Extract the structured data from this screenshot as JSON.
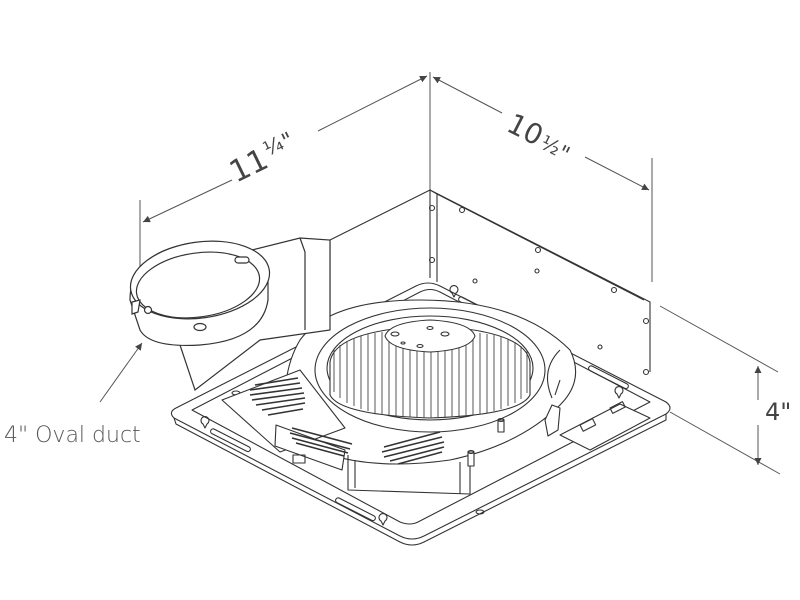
{
  "diagram": {
    "subject": "Ceiling exhaust fan housing (isometric line drawing)",
    "colors": {
      "line": "#333333",
      "dimension_line": "#555555",
      "arrow_fill": "#444444",
      "label_text": "#444444",
      "background": "#ffffff"
    },
    "dimensions": {
      "length": {
        "label_main": "11",
        "label_fraction": "¼",
        "label_unit": "\"",
        "full": "11 ¼\""
      },
      "width": {
        "label_main": "10",
        "label_fraction": "½",
        "label_unit": "\"",
        "full": "10 ½\""
      },
      "height": {
        "label": "4\""
      }
    },
    "callouts": {
      "duct": {
        "label": "4\" Oval duct"
      }
    },
    "components": [
      "oval-duct-connector",
      "housing-box",
      "mounting-flange",
      "blower-wheel",
      "motor-plate",
      "electrical-box",
      "mounting-slots",
      "wiring-clip"
    ]
  }
}
